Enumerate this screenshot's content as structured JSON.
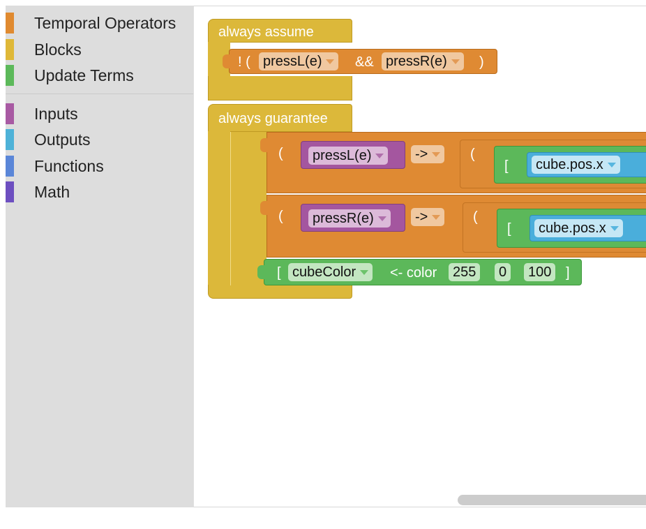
{
  "toolbox": {
    "categories": [
      {
        "label": "Temporal Operators",
        "color": "#e08a30"
      },
      {
        "label": "Blocks",
        "color": "#dfb838"
      },
      {
        "label": "Update Terms",
        "color": "#5cb95a"
      },
      {
        "label": "Inputs",
        "color": "#a85aa3"
      },
      {
        "label": "Outputs",
        "color": "#4eb2d8"
      },
      {
        "label": "Functions",
        "color": "#5a86d8"
      },
      {
        "label": "Math",
        "color": "#6d4fc0"
      }
    ]
  },
  "workspace": {
    "assume": {
      "header": "always assume",
      "not_open": "! (",
      "left_term": "pressL(e)",
      "and_op": "&&",
      "right_term": "pressR(e)",
      "close_paren": ")"
    },
    "guarantee": {
      "header": "always guarantee",
      "rule1": {
        "open_paren": "(",
        "input": "pressL(e)",
        "implies": "->",
        "inner_open": "(",
        "bracket_open": "[",
        "output": "cube.pos.x"
      },
      "rule2": {
        "open_paren": "(",
        "input": "pressR(e)",
        "implies": "->",
        "inner_open": "(",
        "bracket_open": "[",
        "output": "cube.pos.x"
      },
      "rule3": {
        "bracket_open": "[",
        "output": "cubeColor",
        "assign": "<- color",
        "r": "255",
        "g": "0",
        "b": "100",
        "bracket_close": "]"
      }
    }
  }
}
